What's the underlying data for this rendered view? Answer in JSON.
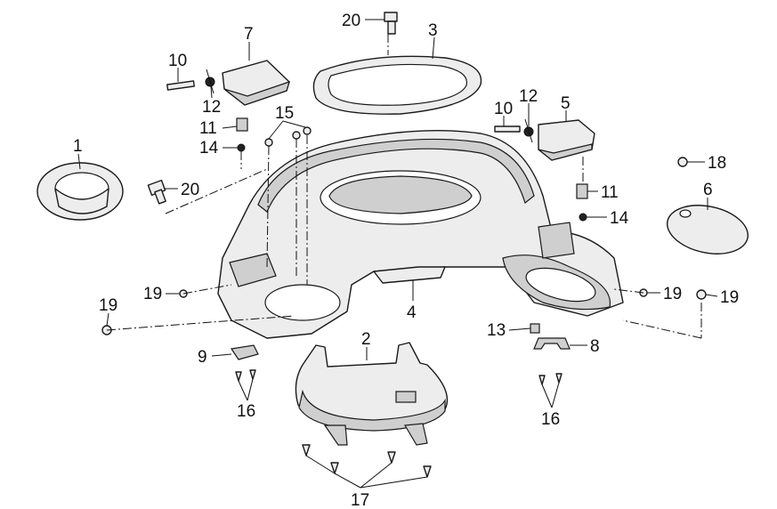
{
  "callouts": {
    "c1": "1",
    "c2": "2",
    "c3": "3",
    "c4": "4",
    "c5": "5",
    "c6": "6",
    "c7": "7",
    "c8": "8",
    "c9": "9",
    "c10a": "10",
    "c10b": "10",
    "c11a": "11",
    "c11b": "11",
    "c12a": "12",
    "c12b": "12",
    "c13": "13",
    "c14a": "14",
    "c14b": "14",
    "c15": "15",
    "c16a": "16",
    "c16b": "16",
    "c17": "17",
    "c18": "18",
    "c19a": "19",
    "c19b": "19",
    "c19c": "19",
    "c19d": "19",
    "c20a": "20",
    "c20b": "20"
  }
}
